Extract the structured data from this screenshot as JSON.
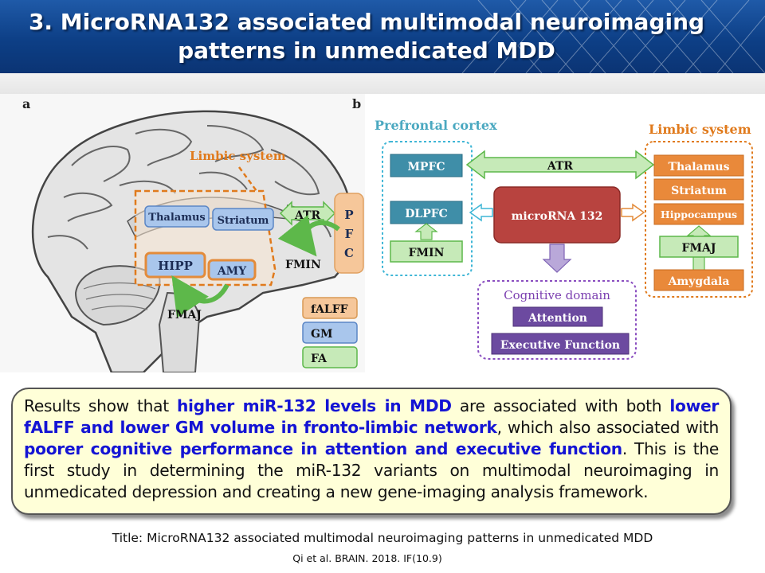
{
  "slide": {
    "title_line1": "3. MicroRNA132 associated multimodal neuroimaging",
    "title_line2": "patterns in unmedicated MDD"
  },
  "panel_a": {
    "label": "a",
    "limbic_label": "Limbic system",
    "regions": {
      "thalamus": "Thalamus",
      "striatum": "Striatum",
      "hipp": "HIPP",
      "amy": "AMY"
    },
    "pfc": [
      "P",
      "F",
      "C"
    ],
    "tracts": {
      "atr": "ATR",
      "fmin": "FMIN",
      "fmaj": "FMAJ"
    },
    "legend": [
      {
        "label": "fALFF",
        "color": "#f6c79a"
      },
      {
        "label": "GM",
        "color": "#a9c6ec"
      },
      {
        "label": "FA",
        "color": "#c6eab8"
      }
    ]
  },
  "panel_b": {
    "label": "b",
    "prefrontal_title": "Prefrontal cortex",
    "limbic_title": "Limbic system",
    "mpfc": "MPFC",
    "dlpfc": "DLPFC",
    "fmin": "FMIN",
    "atr": "ATR",
    "microrna": "microRNA 132",
    "limbic_items": [
      "Thalamus",
      "Striatum",
      "Hippocampus"
    ],
    "fmaj": "FMAJ",
    "amygdala": "Amygdala",
    "cognitive_title": "Cognitive domain",
    "cognitive_items": [
      "Attention",
      "Executive Function"
    ]
  },
  "summary": {
    "t1": "Results show that ",
    "h1": "higher miR-132 levels in MDD",
    "t2": " are associated with both ",
    "h2": "lower fALFF and lower GM volume in fronto-limbic network",
    "t3": ", which also associated with ",
    "h3": "poorer cognitive performance in attention and executive function",
    "t4": ". This is the first study in determining the miR-132 variants on multimodal neuroimaging in unmedicated depression and creating a new gene-imaging analysis framework."
  },
  "footer": {
    "title": "Title: MicroRNA132 associated multimodal neuroimaging patterns in unmedicated MDD",
    "citation": "Qi et al. BRAIN. 2018.   IF(10.9)"
  }
}
